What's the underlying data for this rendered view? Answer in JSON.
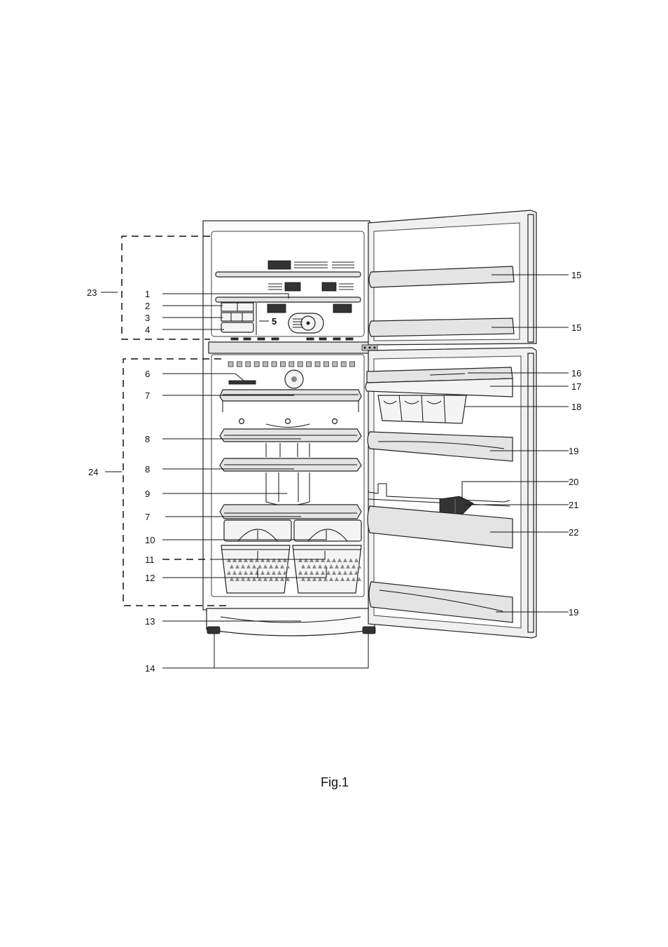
{
  "figure": {
    "caption": "Fig.1"
  },
  "callouts": [
    {
      "id": "23",
      "text": "23"
    },
    {
      "id": "1",
      "text": "1"
    },
    {
      "id": "2",
      "text": "2"
    },
    {
      "id": "3",
      "text": "3"
    },
    {
      "id": "4",
      "text": "4"
    },
    {
      "id": "5",
      "text": "5"
    },
    {
      "id": "6",
      "text": "6"
    },
    {
      "id": "7a",
      "text": "7"
    },
    {
      "id": "8a",
      "text": "8"
    },
    {
      "id": "8b",
      "text": "8"
    },
    {
      "id": "24",
      "text": "24"
    },
    {
      "id": "9",
      "text": "9"
    },
    {
      "id": "7b",
      "text": "7"
    },
    {
      "id": "10",
      "text": "10"
    },
    {
      "id": "11",
      "text": "11"
    },
    {
      "id": "12",
      "text": "12"
    },
    {
      "id": "13",
      "text": "13"
    },
    {
      "id": "14",
      "text": "14"
    },
    {
      "id": "15a",
      "text": "15"
    },
    {
      "id": "15b",
      "text": "15"
    },
    {
      "id": "16",
      "text": "16"
    },
    {
      "id": "17",
      "text": "17"
    },
    {
      "id": "18",
      "text": "18"
    },
    {
      "id": "19a",
      "text": "19"
    },
    {
      "id": "20",
      "text": "20"
    },
    {
      "id": "21",
      "text": "21"
    },
    {
      "id": "22",
      "text": "22"
    },
    {
      "id": "19b",
      "text": "19"
    }
  ]
}
